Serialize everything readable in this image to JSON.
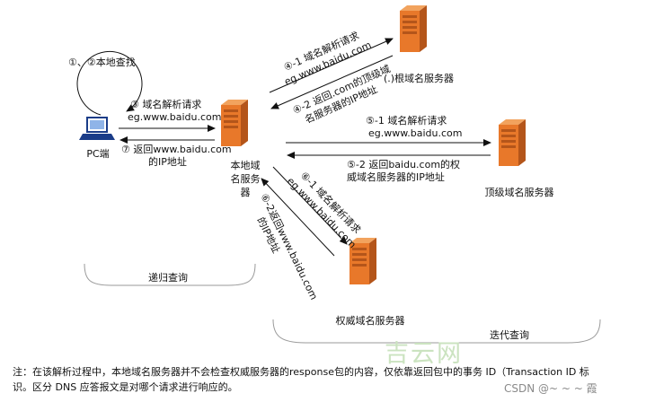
{
  "servers": {
    "root": "(.)根域名服务器",
    "tld": "顶级域名服务器",
    "auth": "权威域名服务器",
    "local_1": "本地域",
    "local_2": "名服务",
    "local_3": "器",
    "pc": "PC端"
  },
  "steps": {
    "s12": "①、②本地查找",
    "s3_a": "③ 域名解析请求",
    "s3_b": "eg.www.baidu.com",
    "s7_a": "⑦ 返回www.baidu.com",
    "s7_b": "的IP地址",
    "s41_a": "④-1 域名解析请求",
    "s41_b": "eg.www.baidu.com",
    "s42_a": "④-2 返回.com的顶级域",
    "s42_b": "名服务器的IP地址",
    "s51_a": "⑤-1 域名解析请求",
    "s51_b": "eg.www.baidu.com",
    "s52_a": "⑤-2 返回baidu.com的权",
    "s52_b": "威域名服务器的IP地址",
    "s61_a": "⑥-1 域名解析请求",
    "s61_b": "eg.www.baidu.com",
    "s62_a": "⑥-2返回www.baidu.com",
    "s62_b": "的IP地址"
  },
  "brackets": {
    "recursive": "递归查询",
    "iterative": "迭代查询"
  },
  "note": {
    "line1": "注：在该解析过程中，本地域名服务器并不会检查权威服务器的response包的内容，仅依靠返回包中的事务 ID（Transaction ID 标",
    "line2": "识。区分 DNS 应答报文是对哪个请求进行响应的。"
  },
  "watermarks": {
    "site": "吉云网",
    "csdn": "CSDN @~ ~ ~ 霞"
  },
  "colors": {
    "server_front": "#e8782a",
    "server_side": "#b4551a",
    "server_top": "#f2a35e",
    "arrow": "#111111",
    "bracket": "#9a9a9a"
  }
}
